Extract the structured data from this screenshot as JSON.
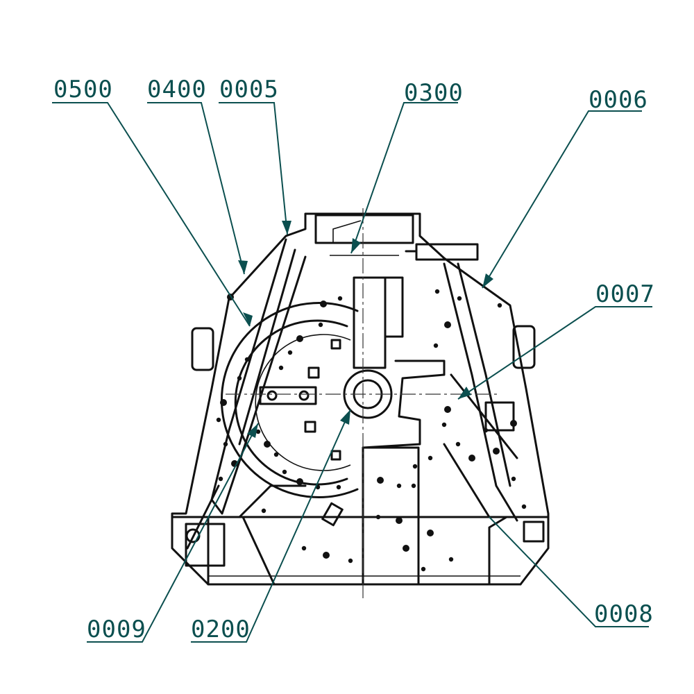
{
  "diagram": {
    "callouts": [
      {
        "id": "c0500",
        "text": "0500"
      },
      {
        "id": "c0400",
        "text": "0400"
      },
      {
        "id": "c0005",
        "text": "0005"
      },
      {
        "id": "c0300",
        "text": "0300"
      },
      {
        "id": "c0006",
        "text": "0006"
      },
      {
        "id": "c0007",
        "text": "0007"
      },
      {
        "id": "c0009",
        "text": "0009"
      },
      {
        "id": "c0200",
        "text": "0200"
      },
      {
        "id": "c0008",
        "text": "0008"
      }
    ],
    "colors": {
      "line": "#111111",
      "leader": "#0b4f4f",
      "background": "#ffffff"
    }
  }
}
